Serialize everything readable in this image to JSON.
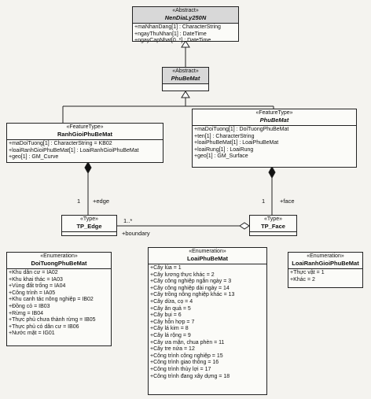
{
  "nen_dia_ly": {
    "stereotype": "«Abstract»",
    "name": "NenDiaLy250N",
    "attributes": [
      "+maNhanDang[1] : CharacterString",
      "+ngayThuNhan[1] : DateTime",
      "+ngayCapNhat[0..*] : DateTime"
    ]
  },
  "phu_be_mat": {
    "stereotype": "«Abstract»",
    "name": "PhuBeMat"
  },
  "ranh_gioi": {
    "stereotype": "«FeatureType»",
    "name": "RanhGioiPhuBeMat",
    "attributes": [
      "+maDoiTuong[1] : CharacterString = KB02",
      "+loaiRanhGioiPhuBeMat[1] : LoaiRanhGioiPhuBeMat",
      "+geo[1] : GM_Curve"
    ]
  },
  "phu_be_mat_ft": {
    "stereotype": "«FeatureType»",
    "name": "PhuBeMat",
    "attributes": [
      "+maDoiTuong[1] : DoiTuongPhuBeMat",
      "+ten[1] : CharacterString",
      "+loaiPhuBeMat[1] : LoaiPhuBeMat",
      "+loaiRung[1] : LoaiRung",
      "+geo[1] : GM_Surface"
    ]
  },
  "tp_edge": {
    "stereotype": "«Type»",
    "name": "TP_Edge"
  },
  "tp_face": {
    "stereotype": "«Type»",
    "name": "TP_Face"
  },
  "labels": {
    "mult_edge": "1",
    "role_edge": "+edge",
    "mult_face": "1",
    "role_face": "+face",
    "mult_many": "1..*",
    "role_boundary": "+boundary"
  },
  "doi_tuong": {
    "stereotype": "«Enumeration»",
    "name": "DoiTuongPhuBeMat",
    "literals": [
      "+Khu dân cư = IA02",
      "+Khu khai thác = IA03",
      "+Vùng đất trống = IA04",
      "+Công trình = IA05",
      "+Khu canh tác nông nghiệp = IB02",
      "+Đồng cỏ = IB03",
      "+Rừng = IB04",
      "+Thực phủ chưa thành rừng = IB05",
      "+Thực phủ có dân cư = IB06",
      "+Nước mặt = IG01"
    ]
  },
  "loai_phu": {
    "stereotype": "«Enumeration»",
    "name": "LoaiPhuBeMat",
    "literals": [
      "+Cây lúa = 1",
      "+Cây lương thực khác = 2",
      "+Cây công nghiệp ngắn ngày = 3",
      "+Cây công nghiệp dài ngày = 14",
      "+Cây trồng nông nghiệp khác = 13",
      "+Cây dừa, cọ = 4",
      "+Cây ăn quả = 5",
      "+Cây bụi = 6",
      "+Cây hỗn hợp = 7",
      "+Cây lá kim = 8",
      "+Cây lá rộng = 9",
      "+Cây ưa mặn, chua phèn = 11",
      "+Cây tre nứa = 12",
      "+Công trình công nghiệp = 15",
      "+Công trình giao thông = 16",
      "+Công trình thủy lợi = 17",
      "+Công trình đang xây dựng = 18"
    ]
  },
  "loai_ranh_gioi": {
    "stereotype": "«Enumeration»",
    "name": "LoaiRanhGioiPhuBeMat",
    "literals": [
      "+Thực vật = 1",
      "+Khác = 2"
    ]
  }
}
